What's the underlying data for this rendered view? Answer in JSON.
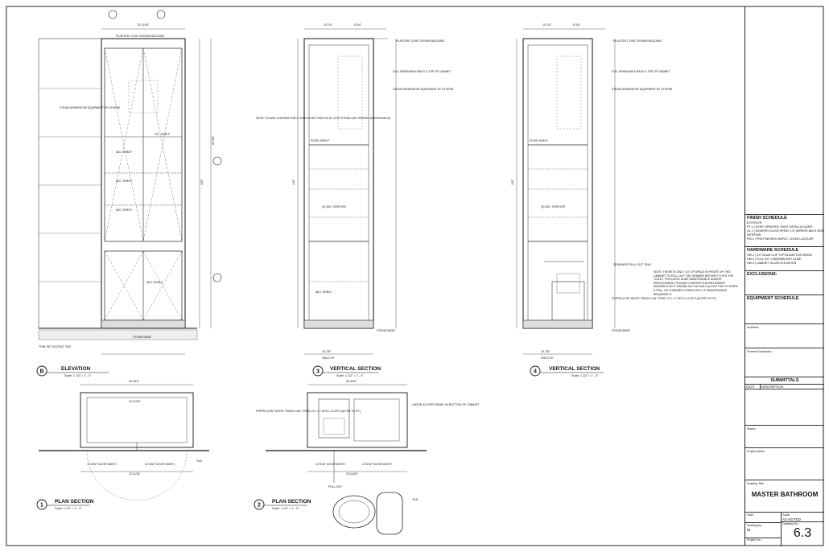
{
  "views": {
    "elevation": {
      "letter": "B",
      "title": "ELEVATION",
      "scale": "Scale: 1 1/2\" = 1' - 0\""
    },
    "vsec3": {
      "number": "3",
      "title": "VERTICAL SECTION",
      "scale": "Scale: 1 1/2\" = 1' - 0\""
    },
    "vsec4": {
      "number": "4",
      "title": "VERTICAL SECTION",
      "scale": "Scale: 1 1/2\" = 1' - 0\""
    },
    "plan1": {
      "number": "1",
      "title": "PLAN SECTION",
      "scale": "Scale: 1 1/2\" = 1' - 0\""
    },
    "plan2": {
      "number": "2",
      "title": "PLAN SECTION",
      "scale": "Scale: 1 1/2\" = 1' - 0\""
    }
  },
  "notes": {
    "plaster": "PLASTER COVE CROWN MOLDING",
    "steam_gen": "STEAM GENERATOR EQUIPMENT BY OTHERS",
    "fix_shelf": "FIX. SHELF",
    "adj_shelf": "ADJ. SHELF",
    "stone_base": "STONE BASE",
    "thinset": "THIN-SET ACCENT TILE",
    "adj_shelves": "(3) ADJ. SHELVES",
    "fixed_shelf": "FIXED SHELF",
    "note_confirm": "NOTE: PLEASE CONFIRM SHELF SHOULD BE FIXED W/ DC (FOR STEAM UNIT REPAIR/ MAINTENANCE)",
    "removable": "FULL REMOVABLE BACK & TOP OF CABINET",
    "pull_out": "SEPARATE PULL OUT TRAY",
    "trash": "POPPIN.COM \"WHITE TRASH CAN\" STEEL 11\"L x 7.25\"D x 11.25\"H (ALTER TO FIT)",
    "note_space": "NOTE: THERE IS ONLY 1/4\" OF SPACE IN FRONT OF THIS CABINET TO PULL OUT THE DRAWER BEFORE IT HITS THE TOILET. FOR DOOR SLIDE MAINTENANCE AND/OR REPLACEMENT, PLEASE CONFIRM PLACING BASKET SIDEWAYS AS IT SHOWN IN PLAN WILL ALLOW THIS TO WORK & PULL OUT DRAWER COMPLETELY IF MAINTENANCE REQUIRED IT.",
    "access_panel": "LARGE ACCESS PANEL IN BOTTOM OF CABINET",
    "door_width": "13 5/32\" DOOR WIDTH",
    "pull_out_lbl": "PULL OUT",
    "tile": "TILE"
  },
  "dims": {
    "overall_w": "20 11/16\"",
    "w_8": "8 3/4\"",
    "w_10": "10 1/4\"",
    "w_3": "3 1/4\"",
    "h_100": "100\"",
    "h_66": "66 3/8\"",
    "d_16": "16 7/8\"",
    "d_holds": "HOLD 20\"",
    "p_26": "26 3/16\"",
    "p_22": "22 11/16\"",
    "p_20": "20 11/16\""
  },
  "title_block": {
    "finish_schedule": "FINISH SCHEDULE",
    "finish_items": [
      "EXTERIOR",
      "PT-1 | IVORY SPRAYED, PAINT SATIN LACQUER",
      "GL-1 | MODERN GLASS SPRAY 1/4\" MIRROR BACK W/SATIN GLASS",
      "INTERIOR",
      "PW-1 | PRE-FINISHED MAPLE, CLEAR LACQUER"
    ],
    "hardware_schedule": "HARDWARE SCHEDULE",
    "hardware_items": [
      "HW-1 | 3.5\" BLUM CLIP TOP BLUMOTION HINGE",
      "HW-2 | FULL EXT. UNDERMOUNT SLIDE",
      "HW-3 | CABINET GLASS ELEVATION"
    ],
    "exclusions": "EXCLUSIONS:",
    "equipment_schedule": "EQUIPMENT SCHEDULE",
    "architect": "Architect:",
    "general_contractor": "General Contractor:",
    "submittals": "SUBMITTALS",
    "date_col": "DATE",
    "desc_col": "DESCRIPTION",
    "stamp": "Stamp:",
    "project_name": "Project Name:",
    "drawing_title_lbl": "Drawing Title:",
    "drawing_title": "MASTER BATHROOM",
    "date_lbl": "Date:",
    "scale_lbl": "Scale:",
    "scale_val": "AS NOTED",
    "drawn_lbl": "Drawing by:",
    "drawn_val": "IB",
    "drawing_no_lbl": "Drawing No.:",
    "drawing_no": "6.3",
    "project_no_lbl": "Project No.:"
  }
}
